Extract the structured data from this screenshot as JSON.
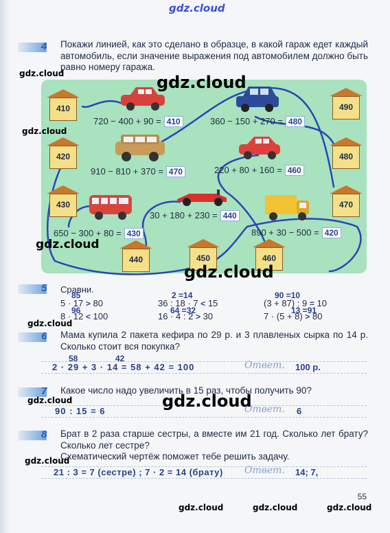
{
  "watermarks": {
    "top": "gdz.cloud",
    "big": "gdz.cloud",
    "small": "gdz.cloud"
  },
  "task4": {
    "number": "4",
    "text": "Покажи линией, как это сделано в образце, в какой гараж едет каждый автомобиль, если значение выражения под автомобилем должно быть равно номеру гаража.",
    "garages": [
      "410",
      "420",
      "430",
      "440",
      "450",
      "460",
      "470",
      "480",
      "490"
    ],
    "expressions": [
      {
        "expr": "720 − 400 + 90 =",
        "answer": "410"
      },
      {
        "expr": "360 − 150 + 270 =",
        "answer": "480"
      },
      {
        "expr": "910 − 810 + 370 =",
        "answer": "470"
      },
      {
        "expr": "220 + 80 + 160 =",
        "answer": "460"
      },
      {
        "expr": "30 + 180 + 230 =",
        "answer": "440"
      },
      {
        "expr": "650 − 300 + 80 =",
        "answer": "430"
      },
      {
        "expr": "890 + 30 − 500 =",
        "answer": "420"
      }
    ],
    "colors": {
      "panel": "#a8e2be",
      "line": "#2a44b5"
    }
  },
  "task5": {
    "number": "5",
    "title": "Сравни.",
    "rows": [
      {
        "expr": "5 · 17",
        "sign": ">",
        "rhs": "80",
        "note": "85"
      },
      {
        "expr": "8 · 12",
        "sign": "<",
        "rhs": "100",
        "note": "96"
      },
      {
        "expr": "36 : 18 · 7",
        "sign": "<",
        "rhs": "15",
        "note": "2 =14"
      },
      {
        "expr": "16 · 4 : 2",
        "sign": ">",
        "rhs": "30",
        "note": "64 =32"
      },
      {
        "expr": "(3 + 87) : 9",
        "sign": "=",
        "rhs": "10",
        "note": "90 =10"
      },
      {
        "expr": "7 · (5 + 8)",
        "sign": ">",
        "rhs": "80",
        "note": "13 =91"
      }
    ]
  },
  "task6": {
    "number": "6",
    "text": "Мама купила 2 пакета кефира по 29 р. и 3 плавленых сырка по 14 р. Сколько стоит вся покупка?",
    "solution": "2 · 29 + 3 · 14 = 58 + 42 = 100",
    "note1": "58",
    "note2": "42",
    "answer_word": "Ответ.",
    "answer": "100 р."
  },
  "task7": {
    "number": "7",
    "text": "Какое число надо увеличить в 15 раз, чтобы получить 90?",
    "solution": "90 : 15 = 6",
    "answer_word": "Ответ.",
    "answer": "6"
  },
  "task8": {
    "number": "8",
    "text": "Брат в 2 раза старше сестры, а вместе им 21 год. Сколько лет брату? Сколько лет сестре?",
    "hint": "Схематический чертёж поможет тебе решить задачу.",
    "solution": "21 : 3 = 7 (сестре) ; 7 · 2 = 14 (брату)",
    "answer_word": "Ответ.",
    "answer": "14; 7,"
  },
  "page_number": "55"
}
